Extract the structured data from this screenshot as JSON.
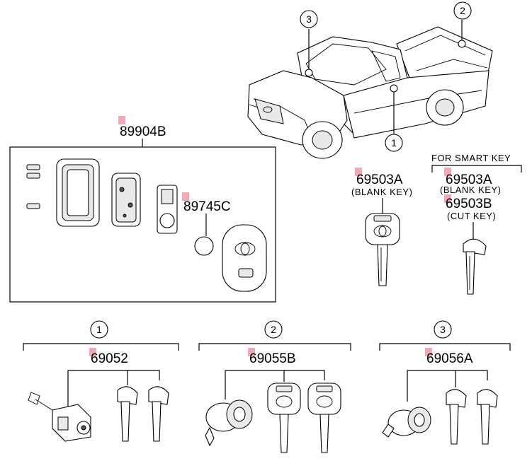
{
  "callouts": {
    "c1": "1",
    "c2": "2",
    "c3": "3"
  },
  "parts": {
    "remote_kit": "89904B",
    "battery": "89745C",
    "blank_key": "69503A",
    "blank_key_desc": "(BLANK KEY)",
    "smart_key_heading": "FOR SMART KEY",
    "smart_blank_key": "69503A",
    "smart_blank_key_desc": "(BLANK KEY)",
    "smart_cut_key": "69503B",
    "smart_cut_key_desc": "(CUT KEY)",
    "set1": "69052",
    "set2": "69055B",
    "set3": "69056A"
  },
  "colors": {
    "highlight": "#f3a9b3",
    "line": "#000000"
  }
}
